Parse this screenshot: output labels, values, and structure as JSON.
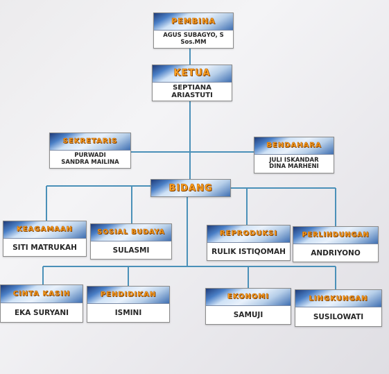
{
  "nodes": [
    {
      "id": "pembina",
      "title": "PEMBINA",
      "members": [
        "AGUS SUBAGYO, S Sos.MM"
      ]
    },
    {
      "id": "ketua",
      "title": "KETUA",
      "members": [
        "SEPTIANA ARIASTUTI"
      ]
    },
    {
      "id": "sekretaris",
      "title": "SEKRETARIS",
      "members": [
        "PURWADI",
        "SANDRA MAILINA"
      ]
    },
    {
      "id": "bendahara",
      "title": "BENDAHARA",
      "members": [
        "JULI ISKANDAR",
        "DINA MARHENI"
      ]
    },
    {
      "id": "bidang",
      "title": "BIDANG",
      "members": []
    },
    {
      "id": "keagamaan",
      "title": "KEAGAMAAN",
      "members": [
        "SITI MATRUKAH"
      ]
    },
    {
      "id": "sosial-budaya",
      "title": "SOSIAL BUDAYA",
      "members": [
        "SULASMI"
      ]
    },
    {
      "id": "reproduksi",
      "title": "REPRODUKSI",
      "members": [
        "RULIK ISTIQOMAH"
      ]
    },
    {
      "id": "perlindungan",
      "title": "PERLINDUNGAN",
      "members": [
        "ANDRIYONO"
      ]
    },
    {
      "id": "cinta-kasih",
      "title": "CINTA KASIH",
      "members": [
        "EKA SURYANI"
      ]
    },
    {
      "id": "pendidikan",
      "title": "PENDIDIKAN",
      "members": [
        "ISMINI"
      ]
    },
    {
      "id": "ekonomi",
      "title": "EKONOMI",
      "members": [
        "SAMUJI"
      ]
    },
    {
      "id": "lingkungan",
      "title": "LINGKUNGAN",
      "members": [
        "SUSILOWATI"
      ]
    }
  ],
  "colors": {
    "connector": "#4a90b8",
    "title_text": "#ffa726",
    "header_dark": "#1f3b78"
  }
}
